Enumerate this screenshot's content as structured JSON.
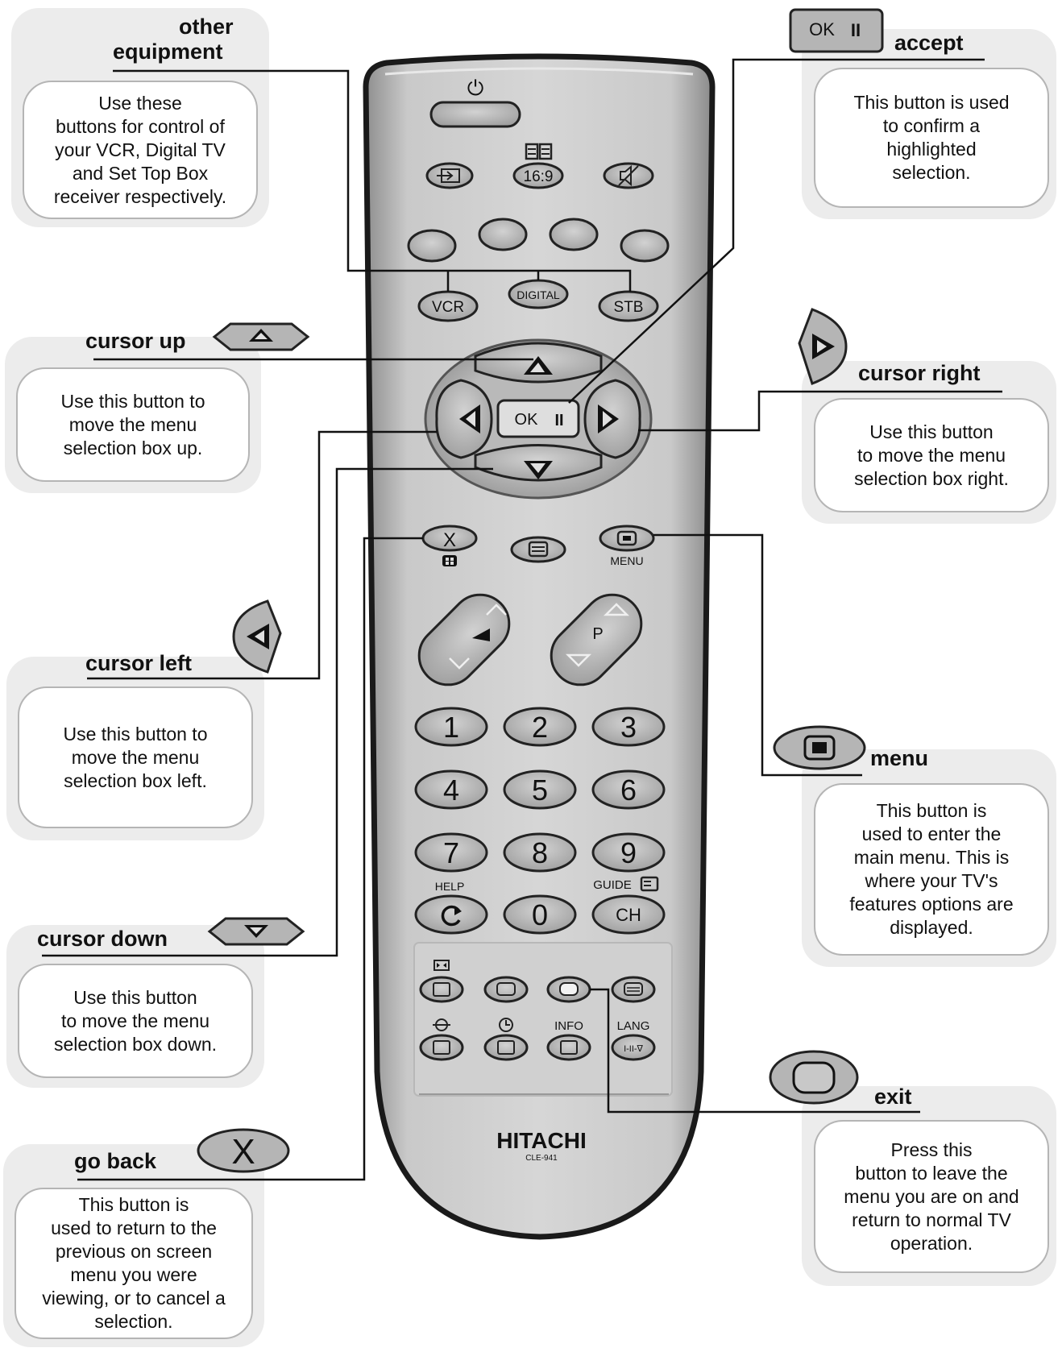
{
  "brand": {
    "name": "HITACHI",
    "model": "CLE-941"
  },
  "callouts": {
    "other_equipment": {
      "title_line1": "other",
      "title_line2": "equipment",
      "desc": [
        "Use these",
        "buttons for control of",
        "your VCR, Digital TV",
        "and Set  Top Box",
        "receiver respectively."
      ]
    },
    "accept": {
      "title": "accept",
      "desc": [
        "This button is used",
        "to confirm a",
        "highlighted",
        "selection."
      ]
    },
    "cursor_up": {
      "title": "cursor up",
      "desc": [
        "Use this button to",
        "move the menu",
        "selection box up."
      ]
    },
    "cursor_right": {
      "title": "cursor right",
      "desc": [
        "Use this button",
        "to move the menu",
        "selection box right."
      ]
    },
    "cursor_left": {
      "title": "cursor left",
      "desc": [
        "Use this button to",
        "move the menu",
        "selection box left."
      ]
    },
    "menu": {
      "title": "menu",
      "desc": [
        "This button is",
        "used to enter the",
        "main menu. This is",
        "where  your TV's",
        "features options are",
        "displayed."
      ]
    },
    "cursor_down": {
      "title": "cursor down",
      "desc": [
        "Use this button",
        "to move the menu",
        "selection box down."
      ]
    },
    "exit": {
      "title": "exit",
      "desc": [
        "Press this",
        "button to leave the",
        "menu you are on and",
        "return to normal TV",
        "operation."
      ]
    },
    "go_back": {
      "title": "go back",
      "desc": [
        "This button is",
        "used to return to the",
        "previous on screen",
        "menu you were",
        "viewing, or to cancel a",
        "selection."
      ]
    }
  },
  "remote": {
    "power_symbol": "⏻",
    "aspect_label": "16:9",
    "equipment_buttons": [
      "VCR",
      "DIGITAL",
      "STB"
    ],
    "ok_label": "OK",
    "pause_symbol": "II",
    "go_back_symbol": "X",
    "menu_label": "MENU",
    "program_label": "P",
    "digits": [
      "1",
      "2",
      "3",
      "4",
      "5",
      "6",
      "7",
      "8",
      "9",
      "0"
    ],
    "help_label": "HELP",
    "guide_label": "GUIDE",
    "ch_label": "CH",
    "info_label": "INFO",
    "lang_label": "LANG",
    "lang_button_text": "I-II-∇"
  },
  "icons": {
    "ok_pause_icon": "OK II",
    "cursor_up_icon": "triangle-up",
    "cursor_right_icon": "triangle-right",
    "cursor_left_icon": "triangle-left",
    "menu_icon": "square-in-oval",
    "cursor_down_icon": "triangle-down",
    "exit_icon": "rounded-square-in-oval",
    "go_back_icon": "X"
  }
}
